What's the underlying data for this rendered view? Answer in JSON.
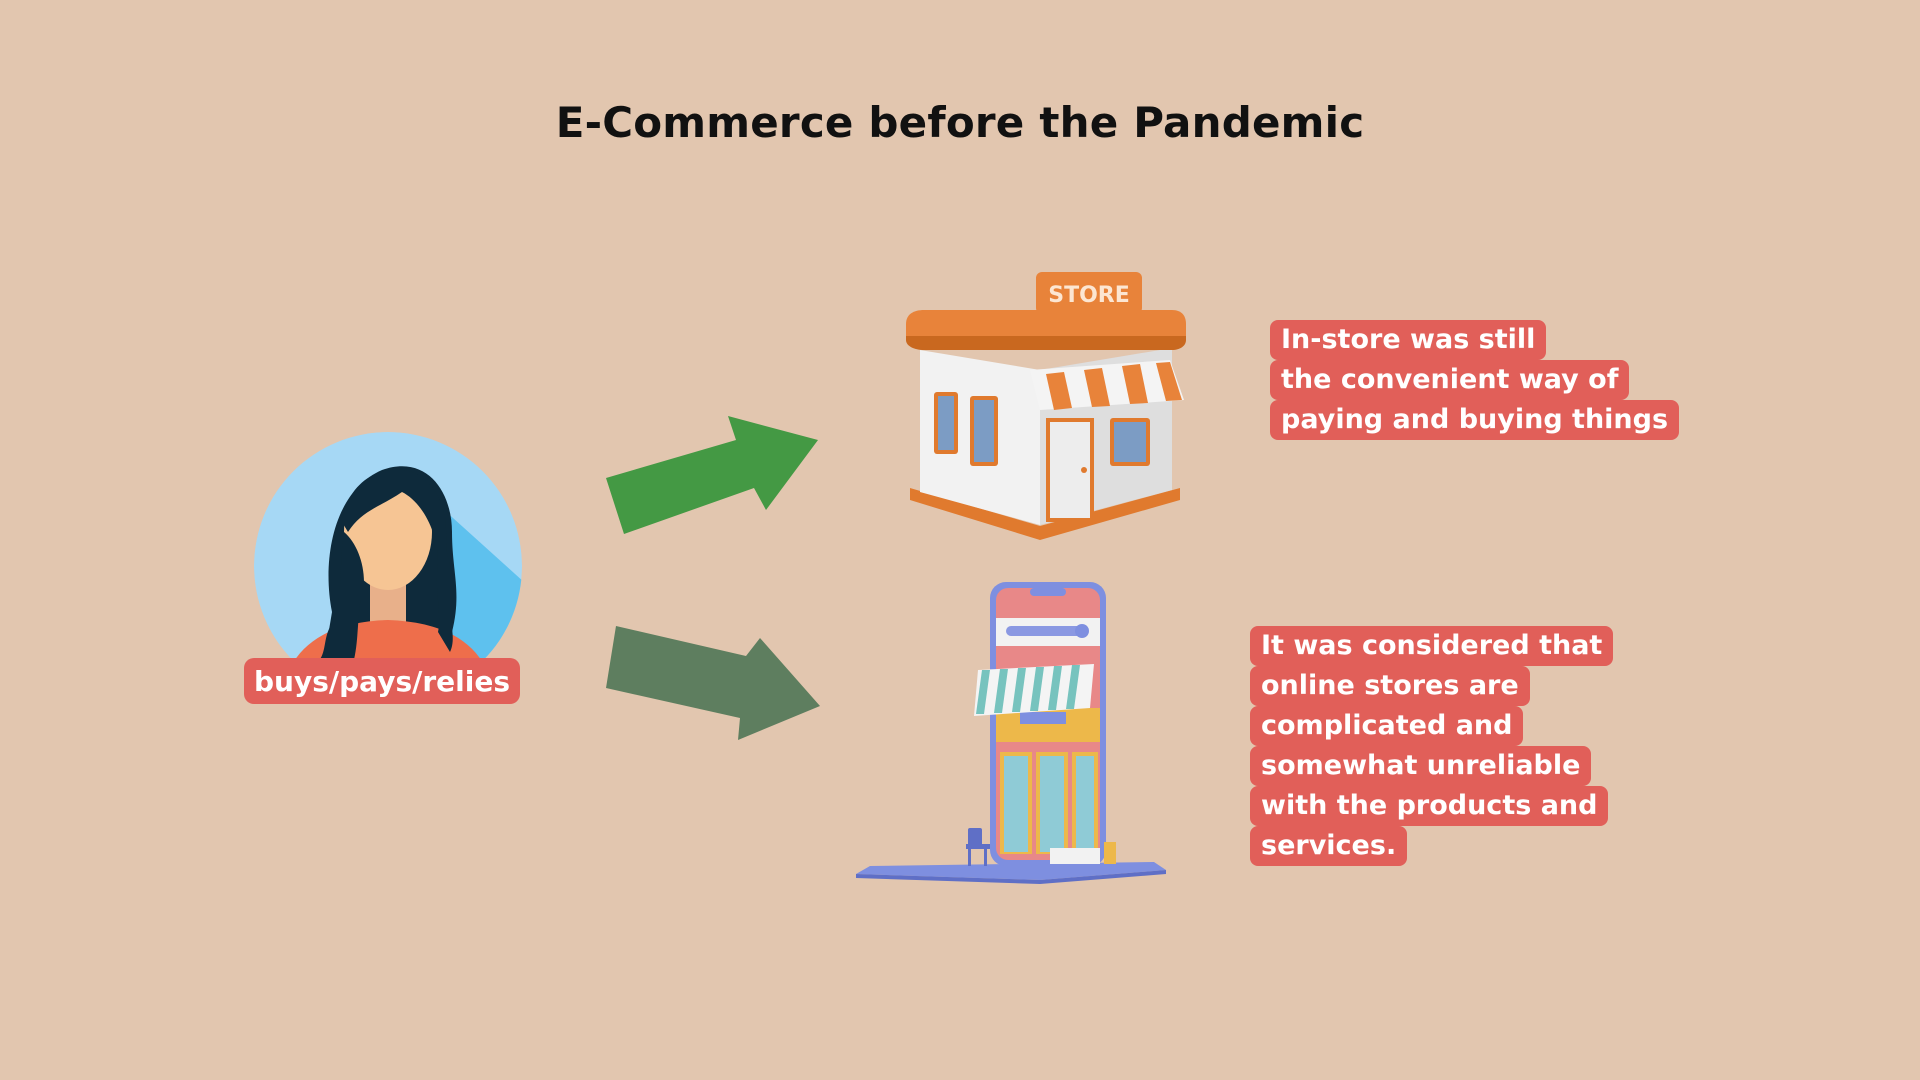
{
  "title": "E-Commerce before the Pandemic",
  "person": {
    "label": "buys/pays/relies"
  },
  "store": {
    "sign": "STORE"
  },
  "callouts": {
    "instore": [
      "In-store was still",
      "the convenient way of",
      "paying and buying things"
    ],
    "online": [
      "It was considered that",
      "online stores are",
      "complicated and",
      "somewhat unreliable",
      "with the products and",
      "services."
    ]
  },
  "colors": {
    "background": "#E2C6AF",
    "tag": "#E15F59",
    "arrow_top": "#449944",
    "arrow_bottom": "#5E7E5F",
    "store_orange": "#E8833A"
  },
  "icons": {
    "person": "woman-avatar-icon",
    "store": "store-building-icon",
    "online": "mobile-shop-icon",
    "arrow": "arrow-right-icon"
  }
}
